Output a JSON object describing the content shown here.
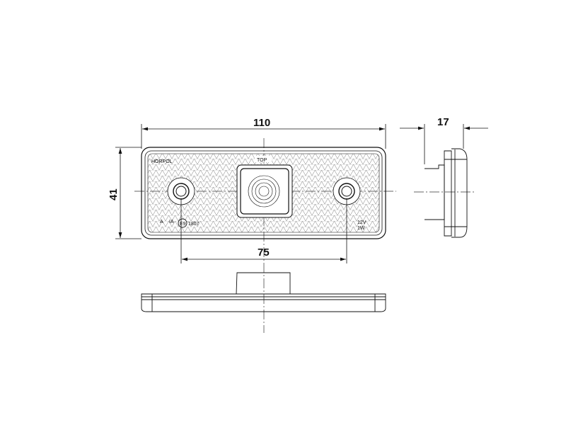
{
  "dimensions": {
    "length": "110",
    "height": "41",
    "hole_spacing": "75",
    "depth": "17"
  },
  "labels": {
    "brand": "HORPOL",
    "top": "TOP",
    "mark_a": "A",
    "mark_ia": "IA",
    "approval_number": "1807",
    "voltage": "12V",
    "power": "1W",
    "approval_mark": "E9"
  },
  "colors": {
    "line": "#111111",
    "background": "#ffffff"
  }
}
